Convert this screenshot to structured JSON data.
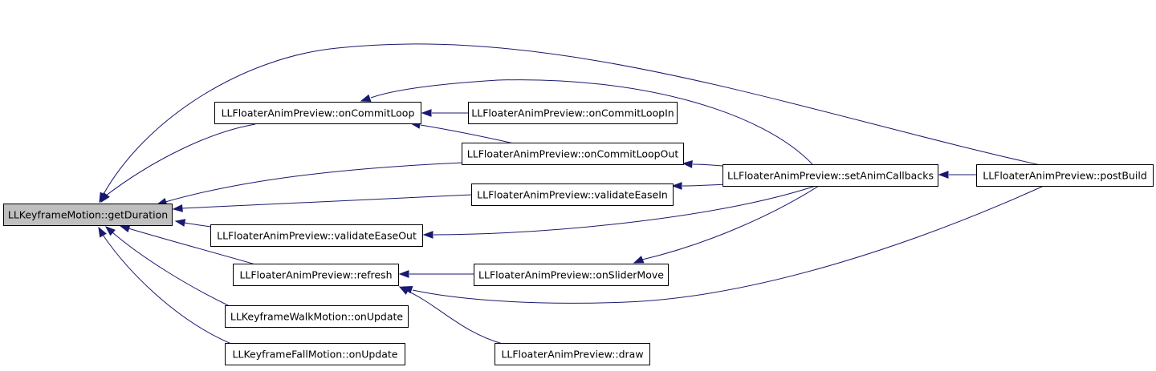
{
  "diagram": {
    "nodes": [
      {
        "id": "getDuration",
        "label": "LLKeyframeMotion::getDuration",
        "highlighted": true
      },
      {
        "id": "onCommitLoop",
        "label": "LLFloaterAnimPreview::onCommitLoop"
      },
      {
        "id": "onCommitLoopIn",
        "label": "LLFloaterAnimPreview::onCommitLoopIn"
      },
      {
        "id": "onCommitLoopOut",
        "label": "LLFloaterAnimPreview::onCommitLoopOut"
      },
      {
        "id": "setAnimCallbacks",
        "label": "LLFloaterAnimPreview::setAnimCallbacks"
      },
      {
        "id": "postBuild",
        "label": "LLFloaterAnimPreview::postBuild"
      },
      {
        "id": "validateEaseIn",
        "label": "LLFloaterAnimPreview::validateEaseIn"
      },
      {
        "id": "validateEaseOut",
        "label": "LLFloaterAnimPreview::validateEaseOut"
      },
      {
        "id": "refresh",
        "label": "LLFloaterAnimPreview::refresh"
      },
      {
        "id": "onSliderMove",
        "label": "LLFloaterAnimPreview::onSliderMove"
      },
      {
        "id": "walkOnUpdate",
        "label": "LLKeyframeWalkMotion::onUpdate"
      },
      {
        "id": "fallOnUpdate",
        "label": "LLKeyframeFallMotion::onUpdate"
      },
      {
        "id": "draw",
        "label": "LLFloaterAnimPreview::draw"
      }
    ],
    "edges": [
      {
        "from": "onCommitLoop",
        "to": "getDuration"
      },
      {
        "from": "onCommitLoopOut",
        "to": "getDuration"
      },
      {
        "from": "validateEaseIn",
        "to": "getDuration"
      },
      {
        "from": "validateEaseOut",
        "to": "getDuration"
      },
      {
        "from": "refresh",
        "to": "getDuration"
      },
      {
        "from": "walkOnUpdate",
        "to": "getDuration"
      },
      {
        "from": "fallOnUpdate",
        "to": "getDuration"
      },
      {
        "from": "postBuild",
        "to": "getDuration"
      },
      {
        "from": "onCommitLoopIn",
        "to": "onCommitLoop"
      },
      {
        "from": "onCommitLoopOut",
        "to": "onCommitLoop"
      },
      {
        "from": "setAnimCallbacks",
        "to": "onCommitLoop"
      },
      {
        "from": "setAnimCallbacks",
        "to": "onCommitLoopOut"
      },
      {
        "from": "setAnimCallbacks",
        "to": "validateEaseIn"
      },
      {
        "from": "setAnimCallbacks",
        "to": "validateEaseOut"
      },
      {
        "from": "setAnimCallbacks",
        "to": "onSliderMove"
      },
      {
        "from": "postBuild",
        "to": "setAnimCallbacks"
      },
      {
        "from": "postBuild",
        "to": "refresh"
      },
      {
        "from": "onSliderMove",
        "to": "refresh"
      },
      {
        "from": "draw",
        "to": "refresh"
      }
    ],
    "colors": {
      "edge": "#191970",
      "node_border": "#000000",
      "node_fill": "#ffffff",
      "highlight_fill": "#bfbfbf"
    }
  }
}
